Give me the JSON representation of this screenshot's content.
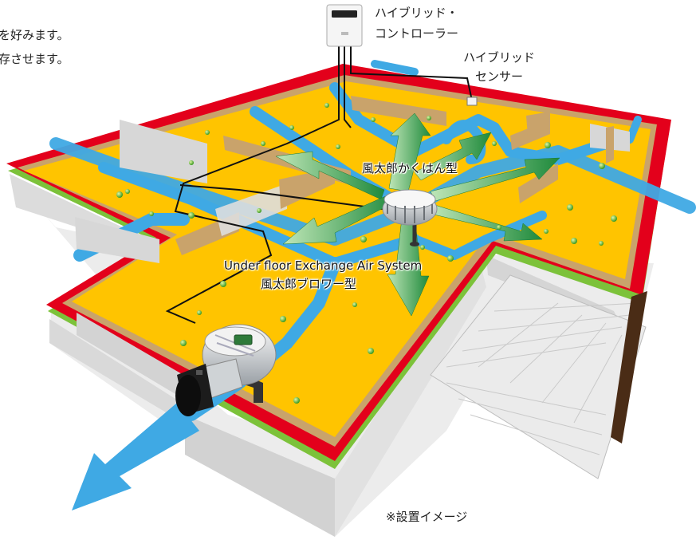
{
  "intro_lines": [
    "を好みます。",
    "存させます。"
  ],
  "controller": {
    "line1": "ハイブリッド・",
    "line2": "コントローラー"
  },
  "sensor": {
    "line1": "ハイブリッド",
    "line2": "センサー"
  },
  "fan_stirring_label": "風太郎かくはん型",
  "system_label": "Under floor Exchange Air System",
  "fan_blower_label": "風太郎ブロワー型",
  "note": "※設置イメージ",
  "colors": {
    "floor": "#ffc400",
    "wall_red": "#e3001b",
    "wall_green": "#7cc23a",
    "air_flow": "#3fa9e4",
    "fan_arrow": "#2e9a46",
    "foundation": "#e7e7e7"
  }
}
